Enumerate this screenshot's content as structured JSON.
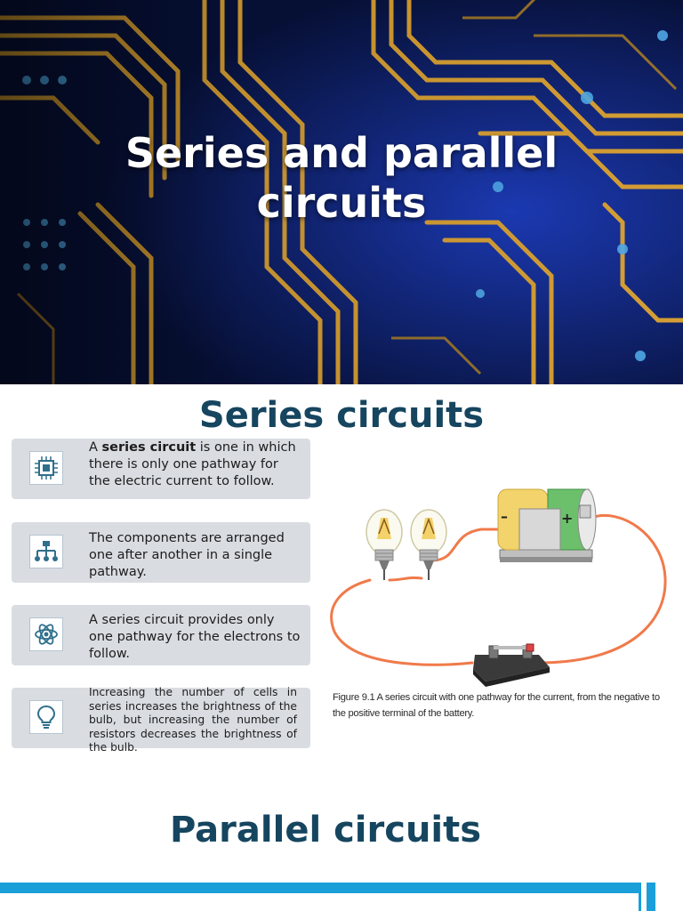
{
  "slide1": {
    "title_line1": "Series and parallel",
    "title_line2": "circuits"
  },
  "slide2": {
    "heading": "Series circuits",
    "cards": [
      {
        "icon": "microchip-icon",
        "prefix": "A ",
        "bold": "series circuit",
        "text": " is one in which there is only one pathway for the electric current to follow."
      },
      {
        "icon": "hierarchy-icon",
        "text": "The components are arranged one after another in a single pathway."
      },
      {
        "icon": "atom-icon",
        "text": "A series circuit provides only one pathway for the electrons to follow."
      },
      {
        "icon": "lightbulb-icon",
        "text": "Increasing the number of cells in series increases the brightness of the bulb, but increasing the number of resistors decreases the brightness of the bulb."
      }
    ],
    "figure": {
      "battery_minus": "–",
      "battery_plus": "+",
      "caption": "Figure 9.1  A series circuit with one pathway for the current, from the negative to the positive terminal of the battery."
    }
  },
  "slide3": {
    "heading": "Parallel circuits"
  },
  "colors": {
    "heading": "#16455f",
    "card_bg": "#d9dde2",
    "accent_bar": "#1a9fd9",
    "wire": "#f07a4a",
    "trace": "#e0a531",
    "board": "#0b1a4a"
  }
}
